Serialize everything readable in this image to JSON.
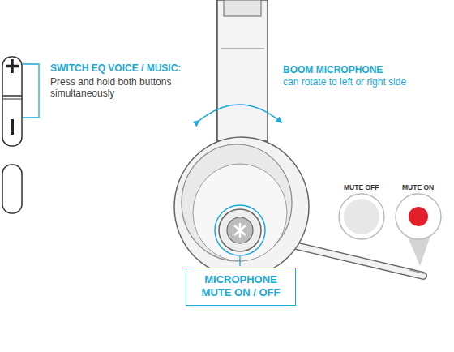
{
  "diagram": {
    "nodes": [
      {
        "text": [
          "MICROPHONE MUTE ON / OFF"
        ]
      }
    ],
    "labels": [
      "SWITCH EQ VOICE / MUSIC:",
      "Press and hold both buttons simultaneously",
      "BOOM MICROPHONE",
      "can rotate to left or right side",
      "MUTE OFF",
      "MUTE ON"
    ]
  }
}
